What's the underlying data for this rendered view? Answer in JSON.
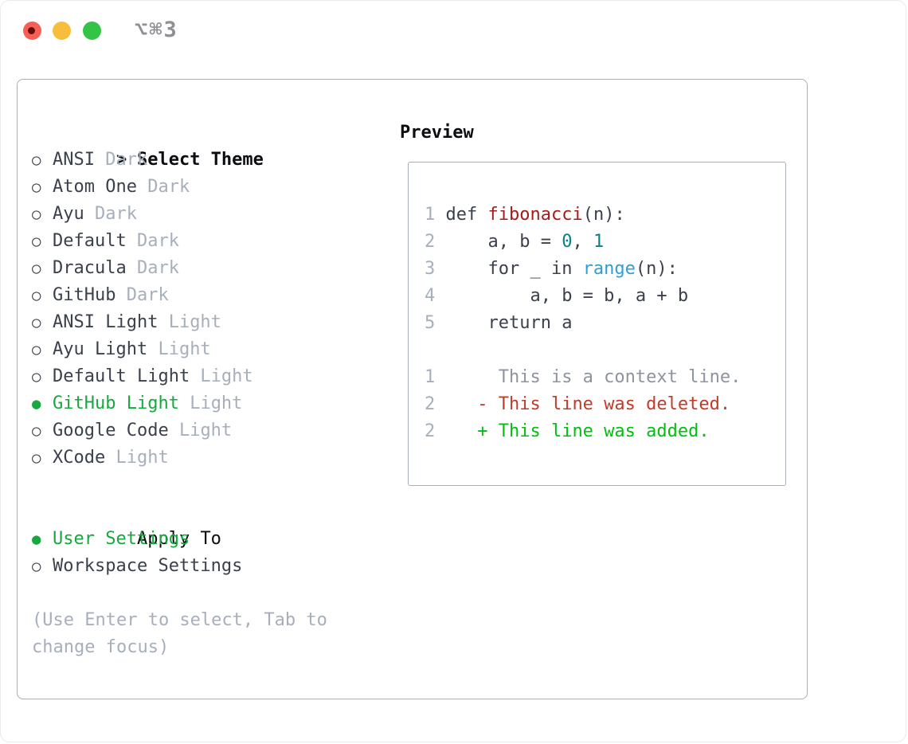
{
  "window": {
    "title": "⌥⌘3",
    "controls": {
      "close": "close-button",
      "minimize": "minimize-button",
      "zoom": "zoom-button"
    }
  },
  "theme_panel": {
    "prompt": ">",
    "header": "Select Theme",
    "radio_unselected_icon": "○",
    "radio_selected_icon": "●",
    "items": [
      {
        "name": "ANSI",
        "variant": "Dark",
        "selected": false
      },
      {
        "name": "Atom One",
        "variant": "Dark",
        "selected": false
      },
      {
        "name": "Ayu",
        "variant": "Dark",
        "selected": false
      },
      {
        "name": "Default",
        "variant": "Dark",
        "selected": false
      },
      {
        "name": "Dracula",
        "variant": "Dark",
        "selected": false
      },
      {
        "name": "GitHub",
        "variant": "Dark",
        "selected": false
      },
      {
        "name": "ANSI Light",
        "variant": "Light",
        "selected": false
      },
      {
        "name": "Ayu Light",
        "variant": "Light",
        "selected": false
      },
      {
        "name": "Default Light",
        "variant": "Light",
        "selected": false
      },
      {
        "name": "GitHub Light",
        "variant": "Light",
        "selected": true
      },
      {
        "name": "Google Code",
        "variant": "Light",
        "selected": false
      },
      {
        "name": "XCode",
        "variant": "Light",
        "selected": false
      }
    ]
  },
  "apply_to": {
    "header": "Apply To",
    "options": [
      {
        "label": "User Settings",
        "selected": true
      },
      {
        "label": "Workspace Settings",
        "selected": false
      }
    ]
  },
  "footer": {
    "hint_line1": "(Use Enter to select, Tab to",
    "hint_line2": "change focus)"
  },
  "preview": {
    "header": "Preview",
    "lines": [
      {
        "num": "1",
        "kind": "code",
        "segments": [
          [
            "text",
            "def "
          ],
          [
            "function",
            "fibonacci"
          ],
          [
            "text",
            "(n):"
          ]
        ]
      },
      {
        "num": "2",
        "kind": "code",
        "segments": [
          [
            "text",
            "    a, b = "
          ],
          [
            "number",
            "0"
          ],
          [
            "text",
            ", "
          ],
          [
            "number",
            "1"
          ]
        ]
      },
      {
        "num": "3",
        "kind": "code",
        "segments": [
          [
            "text",
            "    for _ in "
          ],
          [
            "builtin",
            "range"
          ],
          [
            "text",
            "(n):"
          ]
        ]
      },
      {
        "num": "4",
        "kind": "code",
        "segments": [
          [
            "text",
            "        a, b = b, a + b"
          ]
        ]
      },
      {
        "num": "5",
        "kind": "code",
        "segments": [
          [
            "text",
            "    return a"
          ]
        ]
      },
      {
        "num": "",
        "kind": "blank",
        "segments": []
      },
      {
        "num": "1",
        "kind": "context",
        "segments": [
          [
            "context",
            "     This is a context line."
          ]
        ]
      },
      {
        "num": "2",
        "kind": "deleted",
        "segments": [
          [
            "deleted",
            "   - This line was deleted."
          ]
        ]
      },
      {
        "num": "2",
        "kind": "added",
        "segments": [
          [
            "added",
            "   + This line was added."
          ]
        ]
      }
    ]
  },
  "colors": {
    "header_black": "#0b0d10",
    "item_text": "#3a404c",
    "muted": "#a7afbc",
    "context_gray": "#8d949f",
    "green_sel": "#16a93e",
    "green_added": "#00c00e",
    "red_deleted": "#c23b28",
    "red_func": "#a61a1a",
    "teal_num": "#0b7f88",
    "blue_builtin": "#2f9ed8",
    "border": "#a8aeb9",
    "title_gray": "#8e9094",
    "tl_red": "#f75e55",
    "tl_red_dot": "#61100c",
    "tl_yellow": "#f9bd3e",
    "tl_green": "#33c447"
  }
}
